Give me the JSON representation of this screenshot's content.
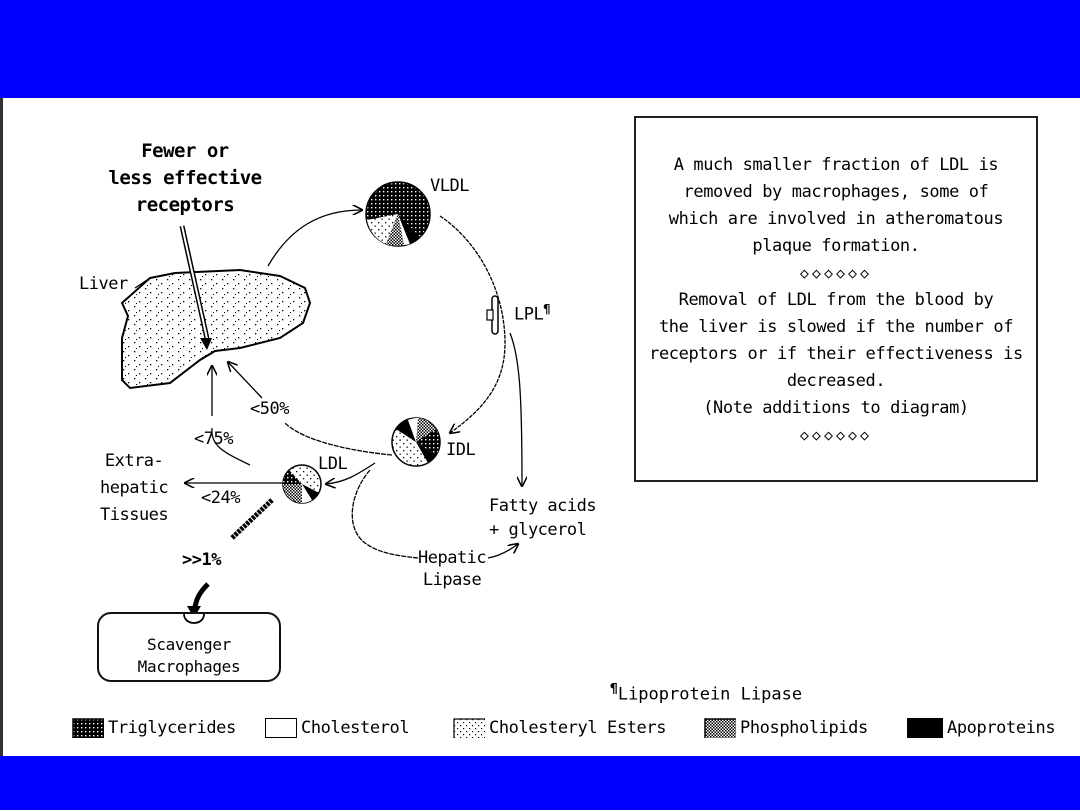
{
  "colors": {
    "background": "#0000ff",
    "slide": "#ffffff",
    "ink": "#000000"
  },
  "callout": {
    "lines": [
      "Fewer or",
      "less effective",
      "receptors"
    ]
  },
  "labels": {
    "liver": "Liver",
    "vldl": "VLDL",
    "lpl": "LPL",
    "lpl_mark": "¶",
    "idl": "IDL",
    "ldl": "LDL",
    "pct_50": "<50%",
    "pct_75": "<75%",
    "pct_24": "<24%",
    "pct_1": ">>1%",
    "extra_hepatic": [
      "Extra-",
      "hepatic",
      "Tissues"
    ],
    "fatty_acids": [
      "Fatty acids",
      "+ glycerol"
    ],
    "hepatic_lipase": [
      "Hepatic",
      "Lipase"
    ],
    "scavenger": [
      "Scavenger",
      "Macrophages"
    ]
  },
  "note": {
    "para1": [
      "A much smaller fraction of LDL is",
      "removed by macrophages, some of",
      "which are involved in atheromatous",
      "plaque formation."
    ],
    "divider": "◇◇◇◇◇◇",
    "para2": [
      "Removal of LDL from the blood by",
      "the liver is slowed if the number of",
      "receptors or if their effectiveness is",
      "decreased.",
      "(Note additions to diagram)"
    ]
  },
  "footnote": {
    "mark": "¶",
    "text": "Lipoprotein Lipase"
  },
  "legend": [
    {
      "label": "Triglycerides",
      "pattern": "dense-dots"
    },
    {
      "label": "Cholesterol",
      "pattern": "white"
    },
    {
      "label": "Cholesteryl Esters",
      "pattern": "sparse-dots"
    },
    {
      "label": "Phospholipids",
      "pattern": "grey-mesh"
    },
    {
      "label": "Apoproteins",
      "pattern": "black"
    }
  ]
}
